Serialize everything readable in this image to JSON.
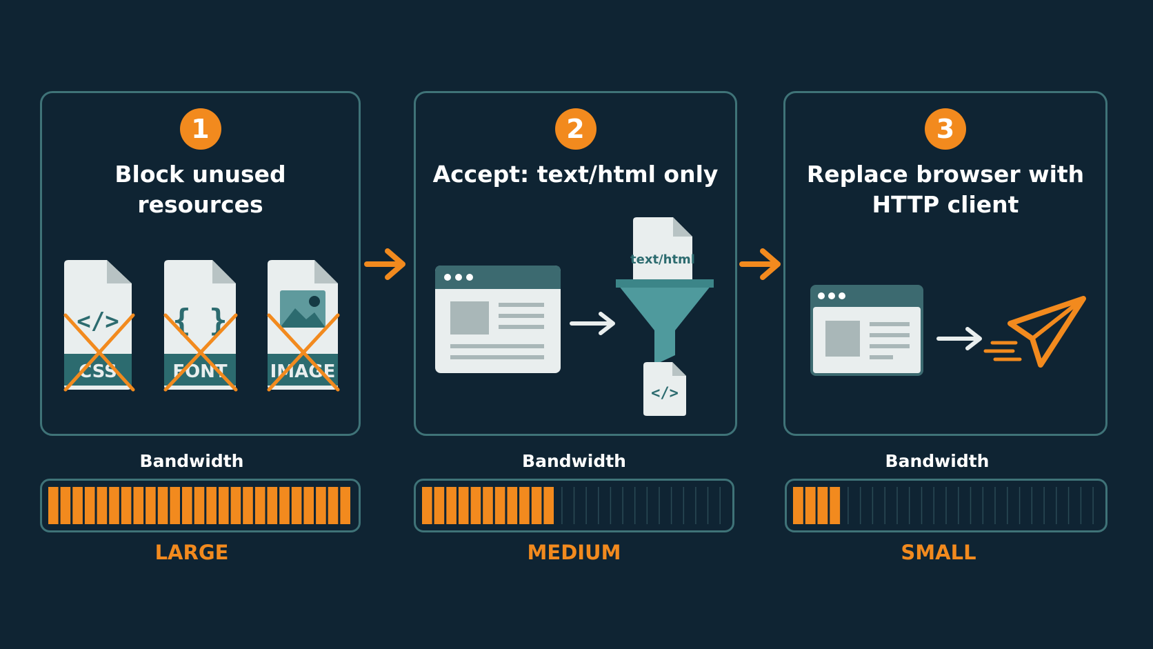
{
  "colors": {
    "background": "#0f2433",
    "accent": "#f28a1e",
    "teal": "#3f7378",
    "file": "#e9eeee",
    "tealDark": "#2c6b6f"
  },
  "steps": [
    {
      "number": "1",
      "title_line1": "Block unused",
      "title_line2": "resources",
      "files": [
        {
          "icon": "code-icon",
          "glyph": "</>",
          "label": "CSS"
        },
        {
          "icon": "braces-icon",
          "glyph": "{ }",
          "label": "FONT"
        },
        {
          "icon": "image-icon",
          "glyph": "",
          "label": "IMAGE"
        }
      ],
      "bandwidth_label": "Bandwidth",
      "bandwidth_level": 1.0,
      "size_label": "LARGE"
    },
    {
      "number": "2",
      "title_line1": "Accept: text/html only",
      "title_line2": "",
      "filter_doc_label": "text/html",
      "output_glyph": "</>",
      "bandwidth_label": "Bandwidth",
      "bandwidth_level": 0.45,
      "size_label": "MEDIUM"
    },
    {
      "number": "3",
      "title_line1": "Replace browser with",
      "title_line2": "HTTP client",
      "bandwidth_label": "Bandwidth",
      "bandwidth_level": 0.14,
      "size_label": "SMALL"
    }
  ]
}
